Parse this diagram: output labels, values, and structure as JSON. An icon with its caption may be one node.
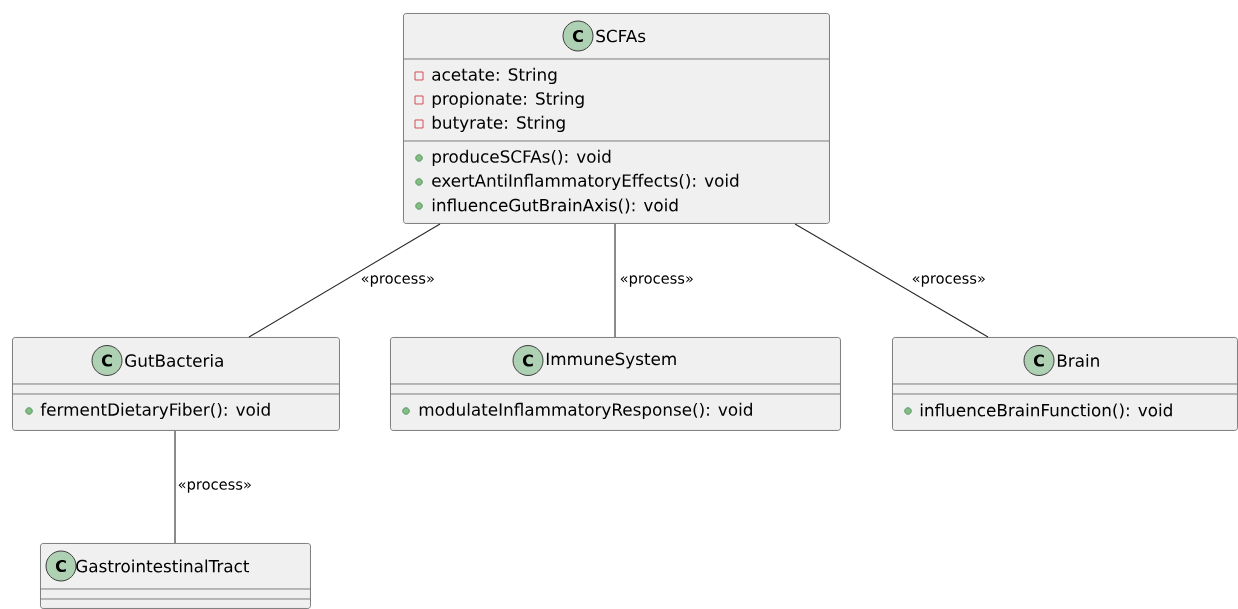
{
  "diagram": {
    "nodes": [
      {
        "text": [
          "C",
          "SCFAs",
          "acetate: String",
          "propionate: String",
          "butyrate: String",
          "produceSCFAs(): void",
          "exertAntiInflammatoryEffects(): void",
          "influenceGutBrainAxis(): void"
        ]
      },
      {
        "text": [
          "C",
          "GutBacteria",
          "fermentDietaryFiber(): void"
        ]
      },
      {
        "text": [
          "C",
          "ImmuneSystem",
          "modulateInflammatoryResponse(): void"
        ]
      },
      {
        "text": [
          "C",
          "Brain",
          "influenceBrainFunction(): void"
        ]
      },
      {
        "text": [
          "C",
          "GastrointestinalTract"
        ]
      }
    ],
    "edges": [
      {
        "from": 0,
        "to": 1,
        "arrow": "none",
        "label": "«process»"
      },
      {
        "from": 0,
        "to": 2,
        "arrow": "none",
        "label": "«process»"
      },
      {
        "from": 0,
        "to": 3,
        "arrow": "none",
        "label": "«process»"
      },
      {
        "from": 1,
        "to": 4,
        "arrow": "none",
        "label": "«process»"
      }
    ]
  }
}
